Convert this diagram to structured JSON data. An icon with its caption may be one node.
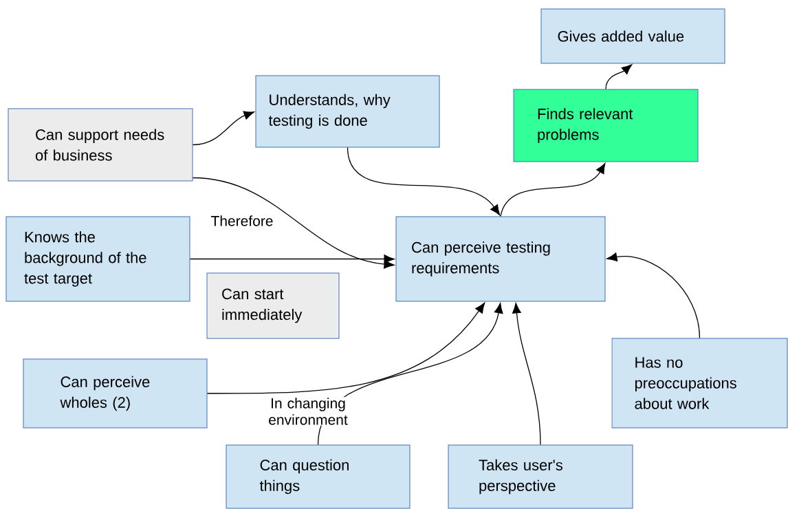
{
  "diagram": {
    "nodes": [
      {
        "text": [
          "Gives added value"
        ]
      },
      {
        "text": [
          "Understands, why testing is done"
        ]
      },
      {
        "text": [
          "Finds relevant problems"
        ]
      },
      {
        "text": [
          "Can support needs of business"
        ]
      },
      {
        "text": [
          "Knows the background of the test target"
        ]
      },
      {
        "text": [
          "Can perceive testing requirements"
        ]
      },
      {
        "text": [
          "Can start immediately"
        ]
      },
      {
        "text": [
          "Has no preoccupations about work"
        ]
      },
      {
        "text": [
          "Can perceive wholes (2)"
        ]
      },
      {
        "text": [
          "Can question things"
        ]
      },
      {
        "text": [
          "Takes user's perspective"
        ]
      }
    ],
    "edges": [
      {
        "from": 3,
        "to": 1,
        "arrow": "to"
      },
      {
        "from": 1,
        "to": 5,
        "arrow": "to"
      },
      {
        "from": 5,
        "to": 2,
        "arrow": "to"
      },
      {
        "from": 2,
        "to": 0,
        "arrow": "to"
      },
      {
        "from": 3,
        "to": 5,
        "arrow": "to",
        "label": "Therefore"
      },
      {
        "from": 4,
        "to": 5,
        "arrow": "to"
      },
      {
        "from": 7,
        "to": 5,
        "arrow": "to"
      },
      {
        "from": 8,
        "to": 5,
        "arrow": "to"
      },
      {
        "from": 9,
        "to": 5,
        "arrow": "to",
        "label": "In changing environment"
      },
      {
        "from": 10,
        "to": 5,
        "arrow": "to"
      }
    ]
  }
}
